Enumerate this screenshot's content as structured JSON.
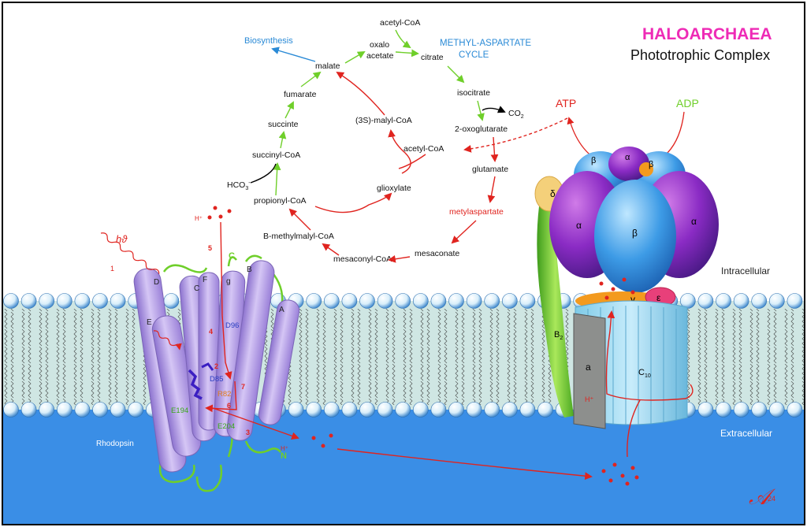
{
  "title": {
    "line1": "HALOARCHAEA",
    "line2": "Phototrophic Complex"
  },
  "regions": {
    "intracellular": "Intracellular",
    "extracellular": "Extracellular"
  },
  "cycle": {
    "name1": "METHYL-ASPARTATE",
    "name2": "CYCLE",
    "biosynthesis": "Biosynthesis",
    "acetyl_coa_top": "acetyl-CoA",
    "oxaloacetate1": "oxalo",
    "oxaloacetate2": "acetate",
    "citrate": "citrate",
    "isocitrate": "isocitrate",
    "co2": "CO",
    "co2_sub": "2",
    "oxoglutarate": "2-oxoglutarate",
    "glutamate": "glutamate",
    "methylaspartate": "metylaspartate",
    "mesaconate": "mesaconate",
    "mesaconyl_coa": "mesaconyl-CoA",
    "methylmalyl_coa": "B-methylmalyl-CoA",
    "propionyl_coa": "propionyl-CoA",
    "hco3": "HCO",
    "hco3_sub": "3",
    "hco3_sup": "-",
    "succinyl_coa": "succinyl-CoA",
    "succinte": "succinte",
    "fumarate": "fumarate",
    "malate": "malate",
    "malyl_coa": "(3S)-malyl-CoA",
    "acetyl_coa_mid": "acetyl-CoA",
    "glioxylate": "glioxylate"
  },
  "atp_synthase": {
    "atp": "ATP",
    "adp": "ADP",
    "alpha": "α",
    "beta": "β",
    "delta": "δ",
    "gamma": "γ",
    "epsilon": "ε",
    "b2": "B",
    "b2_sub": "2",
    "a": "a",
    "c10": "C",
    "c10_sub": "10",
    "hplus": "H⁺"
  },
  "rhodopsin": {
    "name": "Rhodopsin",
    "light": "hϑ",
    "light_step": "1",
    "hplus_top": "H⁺",
    "hplus_bottom": "H⁺",
    "helices": [
      "D",
      "E",
      "C",
      "F",
      "g",
      "B",
      "A"
    ],
    "c_term": "C",
    "n_term": "N",
    "residues": {
      "d96": "D96",
      "d85": "D85",
      "r82": "R82",
      "e194": "E194",
      "e204": "E204"
    },
    "steps": {
      "s2": "2",
      "s3": "3",
      "s4": "4",
      "s5": "5",
      "s6": "6",
      "s7": "7"
    }
  },
  "signature": "𝒜",
  "signature_year": "24",
  "colors": {
    "membrane_light": "#cfe6e3",
    "extracellular": "#3a8ee6",
    "red": "#e0241f",
    "green": "#6fcf2a",
    "blue_label": "#2a8ad6",
    "magenta": "#ee2bb6",
    "helix": "#b7a0e6"
  }
}
